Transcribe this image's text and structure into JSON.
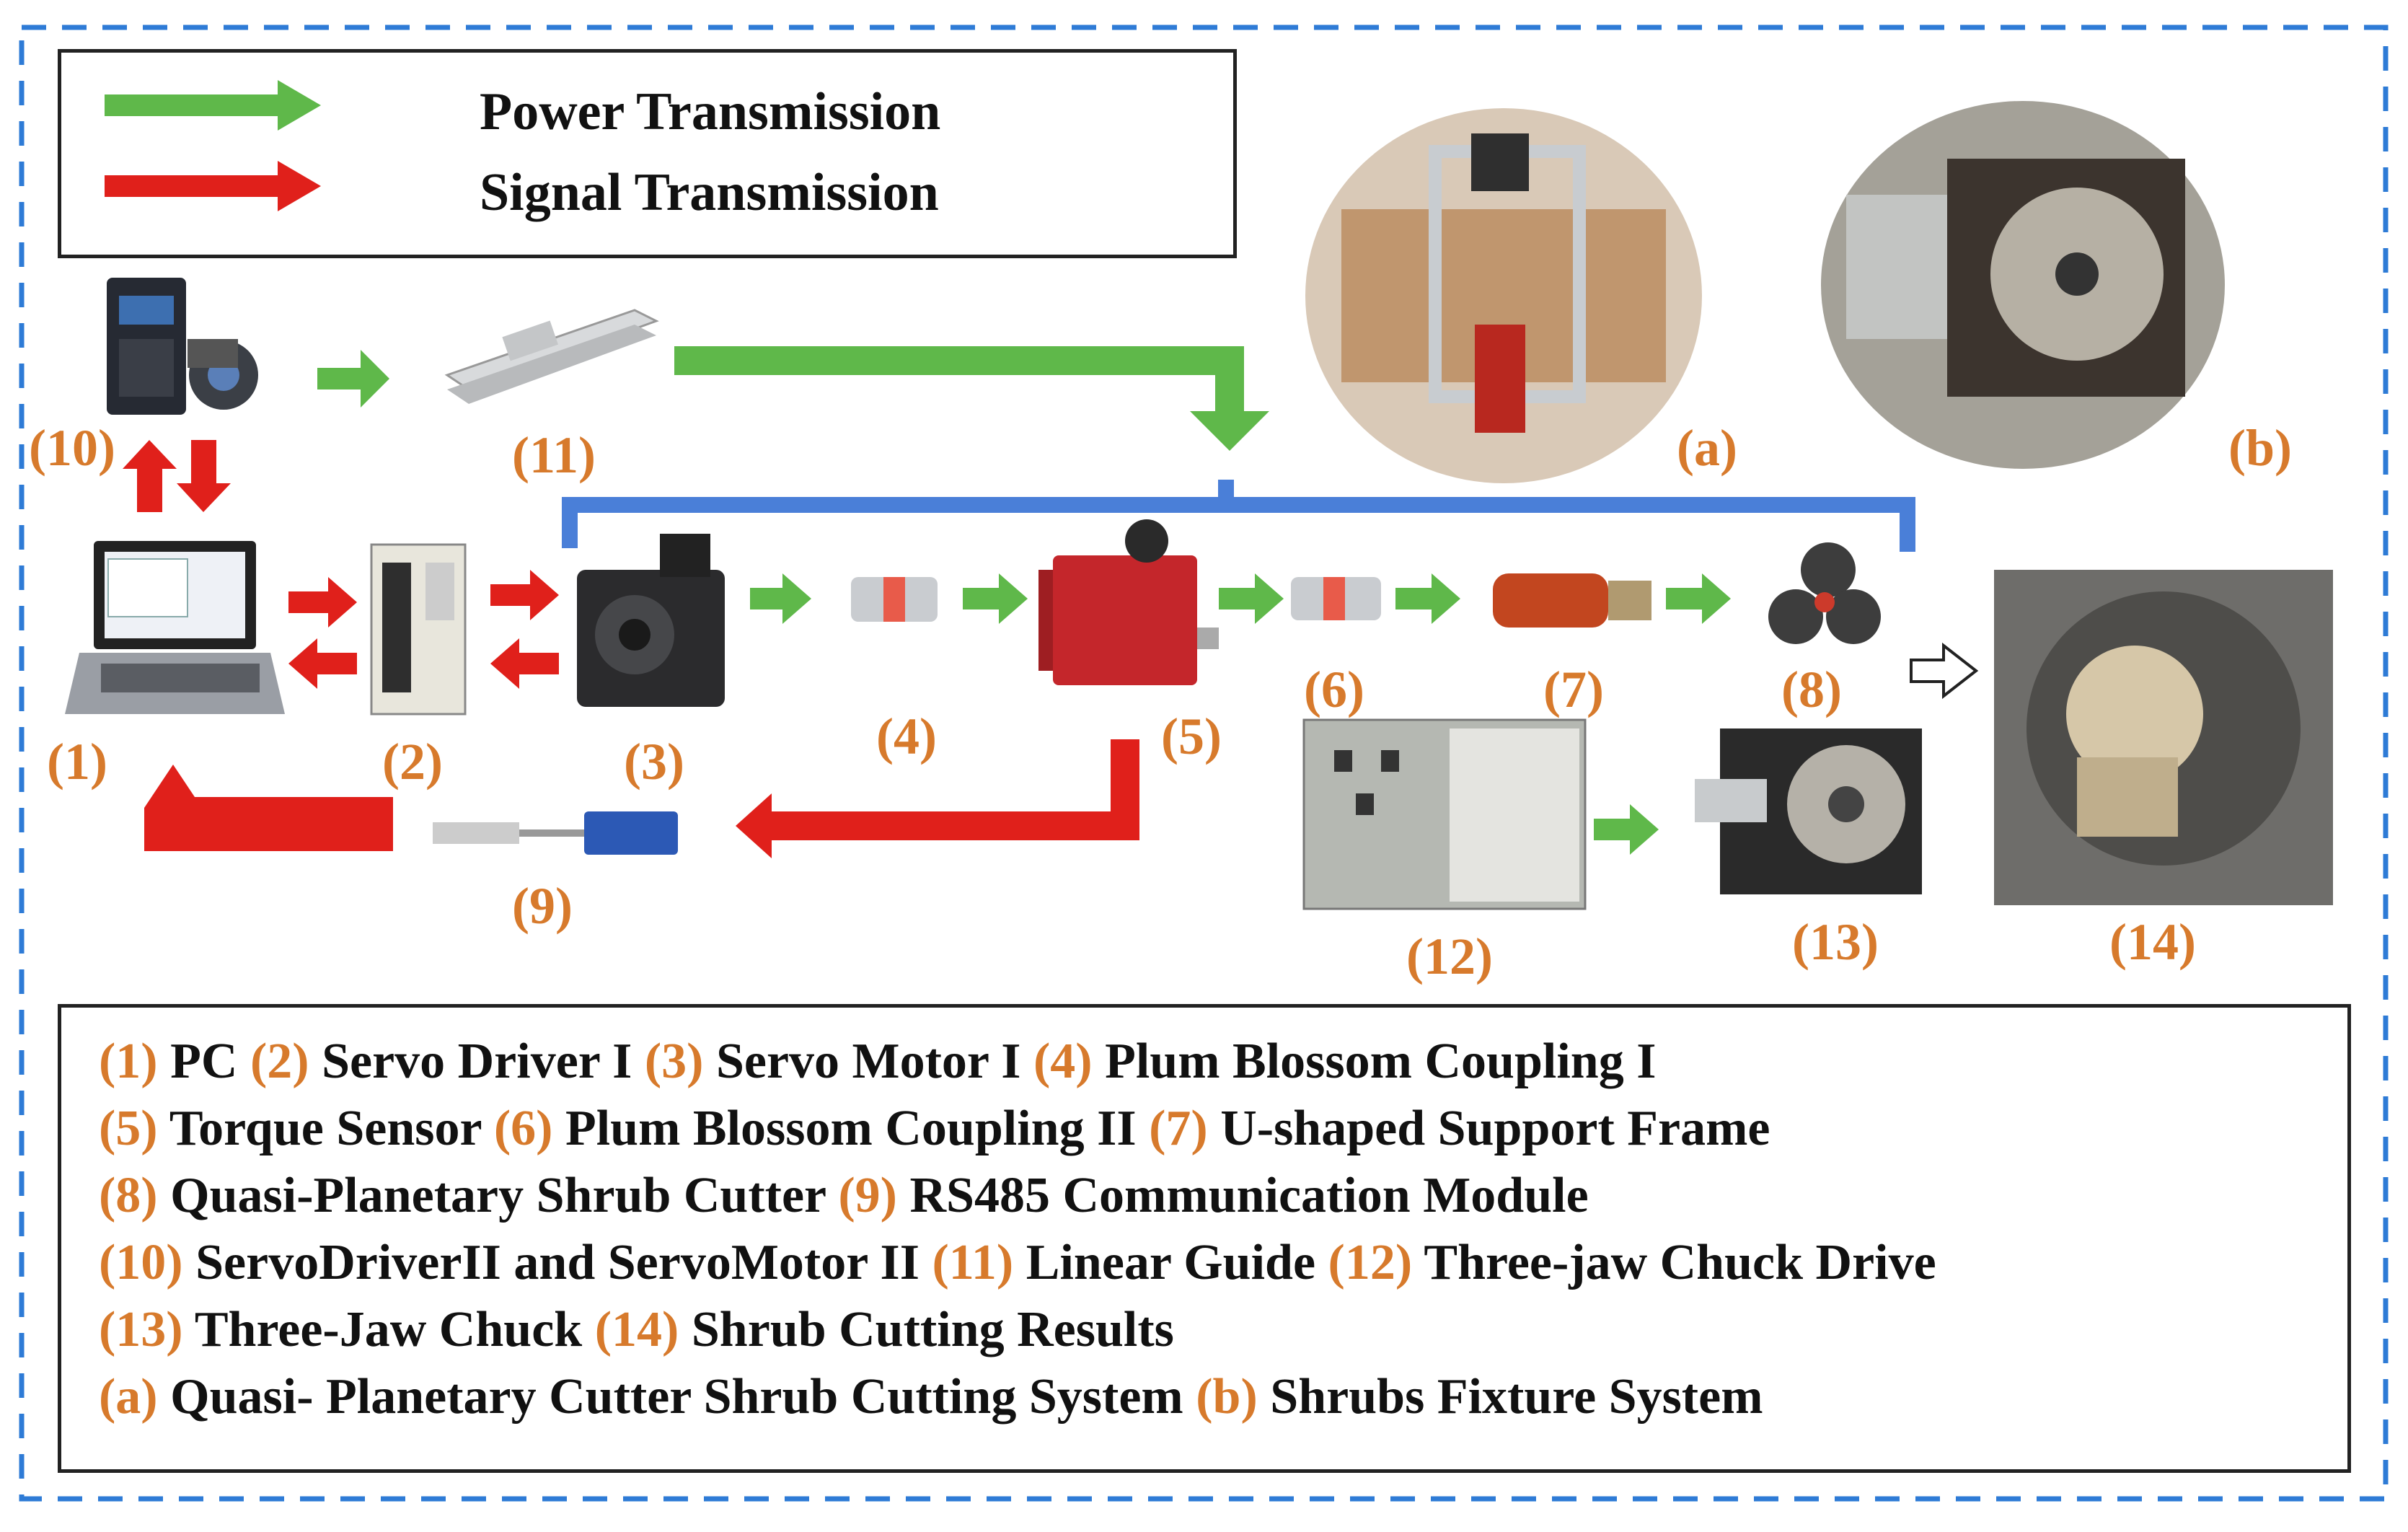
{
  "legend": {
    "power": "Power Transmission",
    "signal": "Signal Transmission"
  },
  "colors": {
    "power_arrow": "#5fb84a",
    "signal_arrow": "#e0201b",
    "bracket": "#4a7fd8",
    "label": "#d77a2c",
    "dashed_border": "#2e7bd6"
  },
  "labels": {
    "n1": "(1)",
    "n2": "(2)",
    "n3": "(3)",
    "n4": "(4)",
    "n5": "(5)",
    "n6": "(6)",
    "n7": "(7)",
    "n8": "(8)",
    "n9": "(9)",
    "n10": "(10)",
    "n11": "(11)",
    "n12": "(12)",
    "n13": "(13)",
    "n14": "(14)",
    "na": "(a)",
    "nb": "(b)"
  },
  "caption": [
    [
      {
        "n": "(1)",
        "t": " PC "
      },
      {
        "n": "(2)",
        "t": " Servo Driver I "
      },
      {
        "n": "(3)",
        "t": " Servo Motor I "
      },
      {
        "n": "(4)",
        "t": " Plum Blossom Coupling I"
      }
    ],
    [
      {
        "n": "(5)",
        "t": " Torque Sensor "
      },
      {
        "n": "(6)",
        "t": " Plum Blossom Coupling II "
      },
      {
        "n": "(7)",
        "t": " U-shaped Support Frame"
      }
    ],
    [
      {
        "n": "(8)",
        "t": " Quasi-Planetary Shrub Cutter "
      },
      {
        "n": "(9)",
        "t": " RS485 Communication Module"
      }
    ],
    [
      {
        "n": "(10)",
        "t": " ServoDriverII and ServoMotor II "
      },
      {
        "n": "(11)",
        "t": " Linear Guide "
      },
      {
        "n": "(12)",
        "t": " Three-jaw Chuck Drive"
      }
    ],
    [
      {
        "n": "(13)",
        "t": " Three-Jaw Chuck "
      },
      {
        "n": "(14)",
        "t": " Shrub Cutting Results"
      }
    ],
    [
      {
        "n": "(a)",
        "t": " Quasi- Planetary Cutter Shrub Cutting System "
      },
      {
        "n": "(b)",
        "t": " Shrubs Fixture System"
      }
    ]
  ]
}
